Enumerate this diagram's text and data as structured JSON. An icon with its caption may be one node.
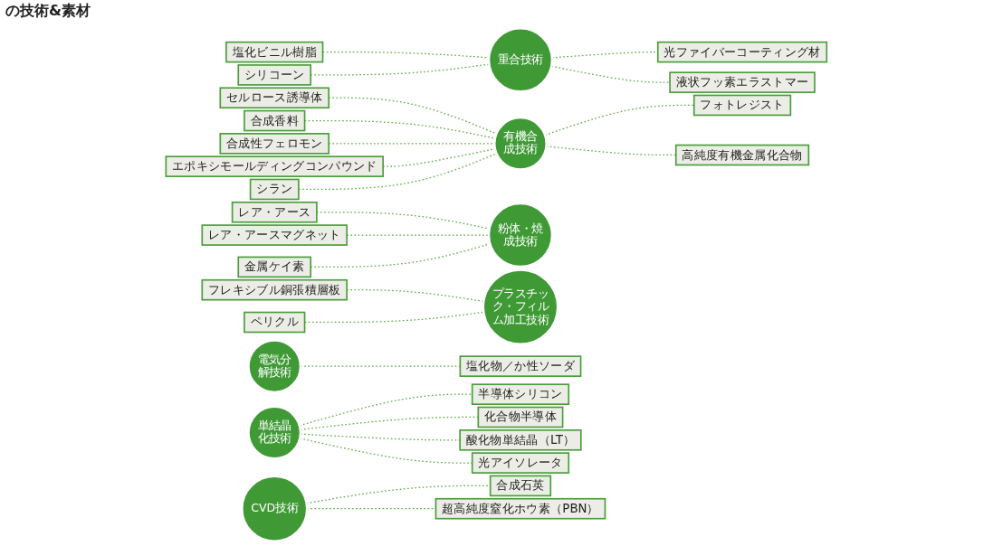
{
  "diagram": {
    "title": "の技術&素材",
    "nodes": [
      {
        "text": [
          "塩化ビニル樹脂"
        ]
      },
      {
        "text": [
          "シリコーン"
        ]
      },
      {
        "text": [
          "セルロース誘導体"
        ]
      },
      {
        "text": [
          "合成香料"
        ]
      },
      {
        "text": [
          "合成性フェロモン"
        ]
      },
      {
        "text": [
          "エポキシモールディングコンパウンド"
        ]
      },
      {
        "text": [
          "シラン"
        ]
      },
      {
        "text": [
          "レア・アース"
        ]
      },
      {
        "text": [
          "レア・アースマグネット"
        ]
      },
      {
        "text": [
          "金属ケイ素"
        ]
      },
      {
        "text": [
          "フレキシブル銅張積層板"
        ]
      },
      {
        "text": [
          "ペリクル"
        ]
      },
      {
        "text": [
          "重合技術"
        ]
      },
      {
        "text": [
          "電気分解技術"
        ]
      },
      {
        "text": [
          "有機合成技術"
        ]
      },
      {
        "text": [
          "単結晶化技術"
        ]
      },
      {
        "text": [
          "粉体・焼成技術"
        ]
      },
      {
        "text": [
          "CVD技術"
        ]
      },
      {
        "text": [
          "プラスチック・フィルム加工技術"
        ]
      },
      {
        "text": [
          "光ファイバーコーティング材"
        ]
      },
      {
        "text": [
          "液状フッ素エラストマー"
        ]
      },
      {
        "text": [
          "塩化物／か性ソーダ"
        ]
      },
      {
        "text": [
          "フォトレジスト"
        ]
      },
      {
        "text": [
          "高純度有機金属化合物"
        ]
      },
      {
        "text": [
          "半導体シリコン"
        ]
      },
      {
        "text": [
          "化合物半導体"
        ]
      },
      {
        "text": [
          "酸化物単結晶（LT）"
        ]
      },
      {
        "text": [
          "光アイソレータ"
        ]
      },
      {
        "text": [
          "合成石英"
        ]
      },
      {
        "text": [
          "超高純度窒化ホウ素（PBN）"
        ]
      }
    ],
    "edges": [
      {
        "from": 0,
        "to": 12,
        "arrow": "none",
        "style": "dashed"
      },
      {
        "from": 1,
        "to": 12,
        "arrow": "none",
        "style": "dashed"
      },
      {
        "from": 2,
        "to": 14,
        "arrow": "none",
        "style": "dashed"
      },
      {
        "from": 3,
        "to": 14,
        "arrow": "none",
        "style": "dashed"
      },
      {
        "from": 4,
        "to": 14,
        "arrow": "none",
        "style": "dashed"
      },
      {
        "from": 5,
        "to": 14,
        "arrow": "none",
        "style": "dashed"
      },
      {
        "from": 6,
        "to": 14,
        "arrow": "none",
        "style": "dashed"
      },
      {
        "from": 7,
        "to": 16,
        "arrow": "none",
        "style": "dashed"
      },
      {
        "from": 8,
        "to": 16,
        "arrow": "none",
        "style": "dashed"
      },
      {
        "from": 9,
        "to": 16,
        "arrow": "none",
        "style": "dashed"
      },
      {
        "from": 10,
        "to": 18,
        "arrow": "none",
        "style": "dashed"
      },
      {
        "from": 11,
        "to": 18,
        "arrow": "none",
        "style": "dashed"
      },
      {
        "from": 12,
        "to": 19,
        "arrow": "none",
        "style": "dashed"
      },
      {
        "from": 12,
        "to": 20,
        "arrow": "none",
        "style": "dashed"
      },
      {
        "from": 13,
        "to": 21,
        "arrow": "none",
        "style": "dashed"
      },
      {
        "from": 14,
        "to": 22,
        "arrow": "none",
        "style": "dashed"
      },
      {
        "from": 14,
        "to": 23,
        "arrow": "none",
        "style": "dashed"
      },
      {
        "from": 15,
        "to": 24,
        "arrow": "none",
        "style": "dashed"
      },
      {
        "from": 15,
        "to": 25,
        "arrow": "none",
        "style": "dashed"
      },
      {
        "from": 15,
        "to": 26,
        "arrow": "none",
        "style": "dashed"
      },
      {
        "from": 15,
        "to": 27,
        "arrow": "none",
        "style": "dashed"
      },
      {
        "from": 17,
        "to": 28,
        "arrow": "none",
        "style": "dashed"
      },
      {
        "from": 17,
        "to": 29,
        "arrow": "none",
        "style": "dashed"
      }
    ]
  }
}
